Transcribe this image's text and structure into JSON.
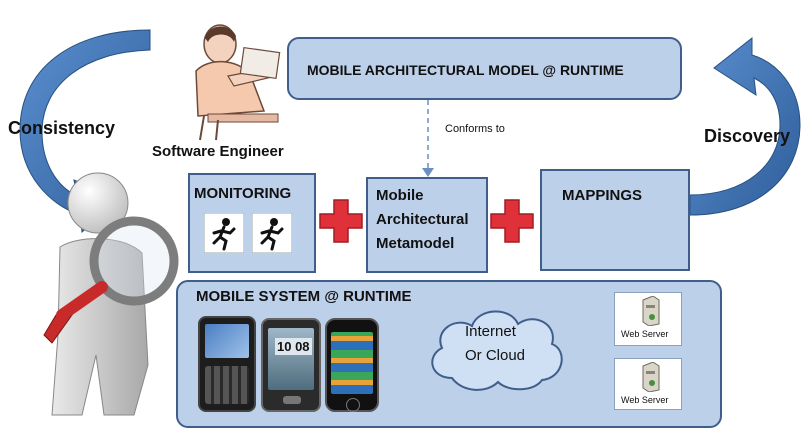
{
  "labels": {
    "top_model": "MOBILE ARCHITECTURAL  MODEL @ RUNTIME",
    "conforms_to": "Conforms to",
    "consistency": "Consistency",
    "discovery": "Discovery",
    "software_engineer": "Software Engineer",
    "monitoring": "MONITORING",
    "metamodel_line1": "Mobile",
    "metamodel_line2": "Architectural",
    "metamodel_line3": "Metamodel",
    "mappings": "MAPPINGS",
    "mobile_system": "MOBILE SYSTEM @ RUNTIME",
    "cloud_line1": "Internet",
    "cloud_line2": "Or Cloud",
    "web_server_top": "Web Server",
    "web_server_bottom": "Web Server",
    "phone_clock": "10 08"
  },
  "colors": {
    "box_fill": "#bdd0ea",
    "box_border": "#3f5f8a",
    "arrow_blue": "#3a6fb0",
    "plus_red": "#e0313b"
  }
}
